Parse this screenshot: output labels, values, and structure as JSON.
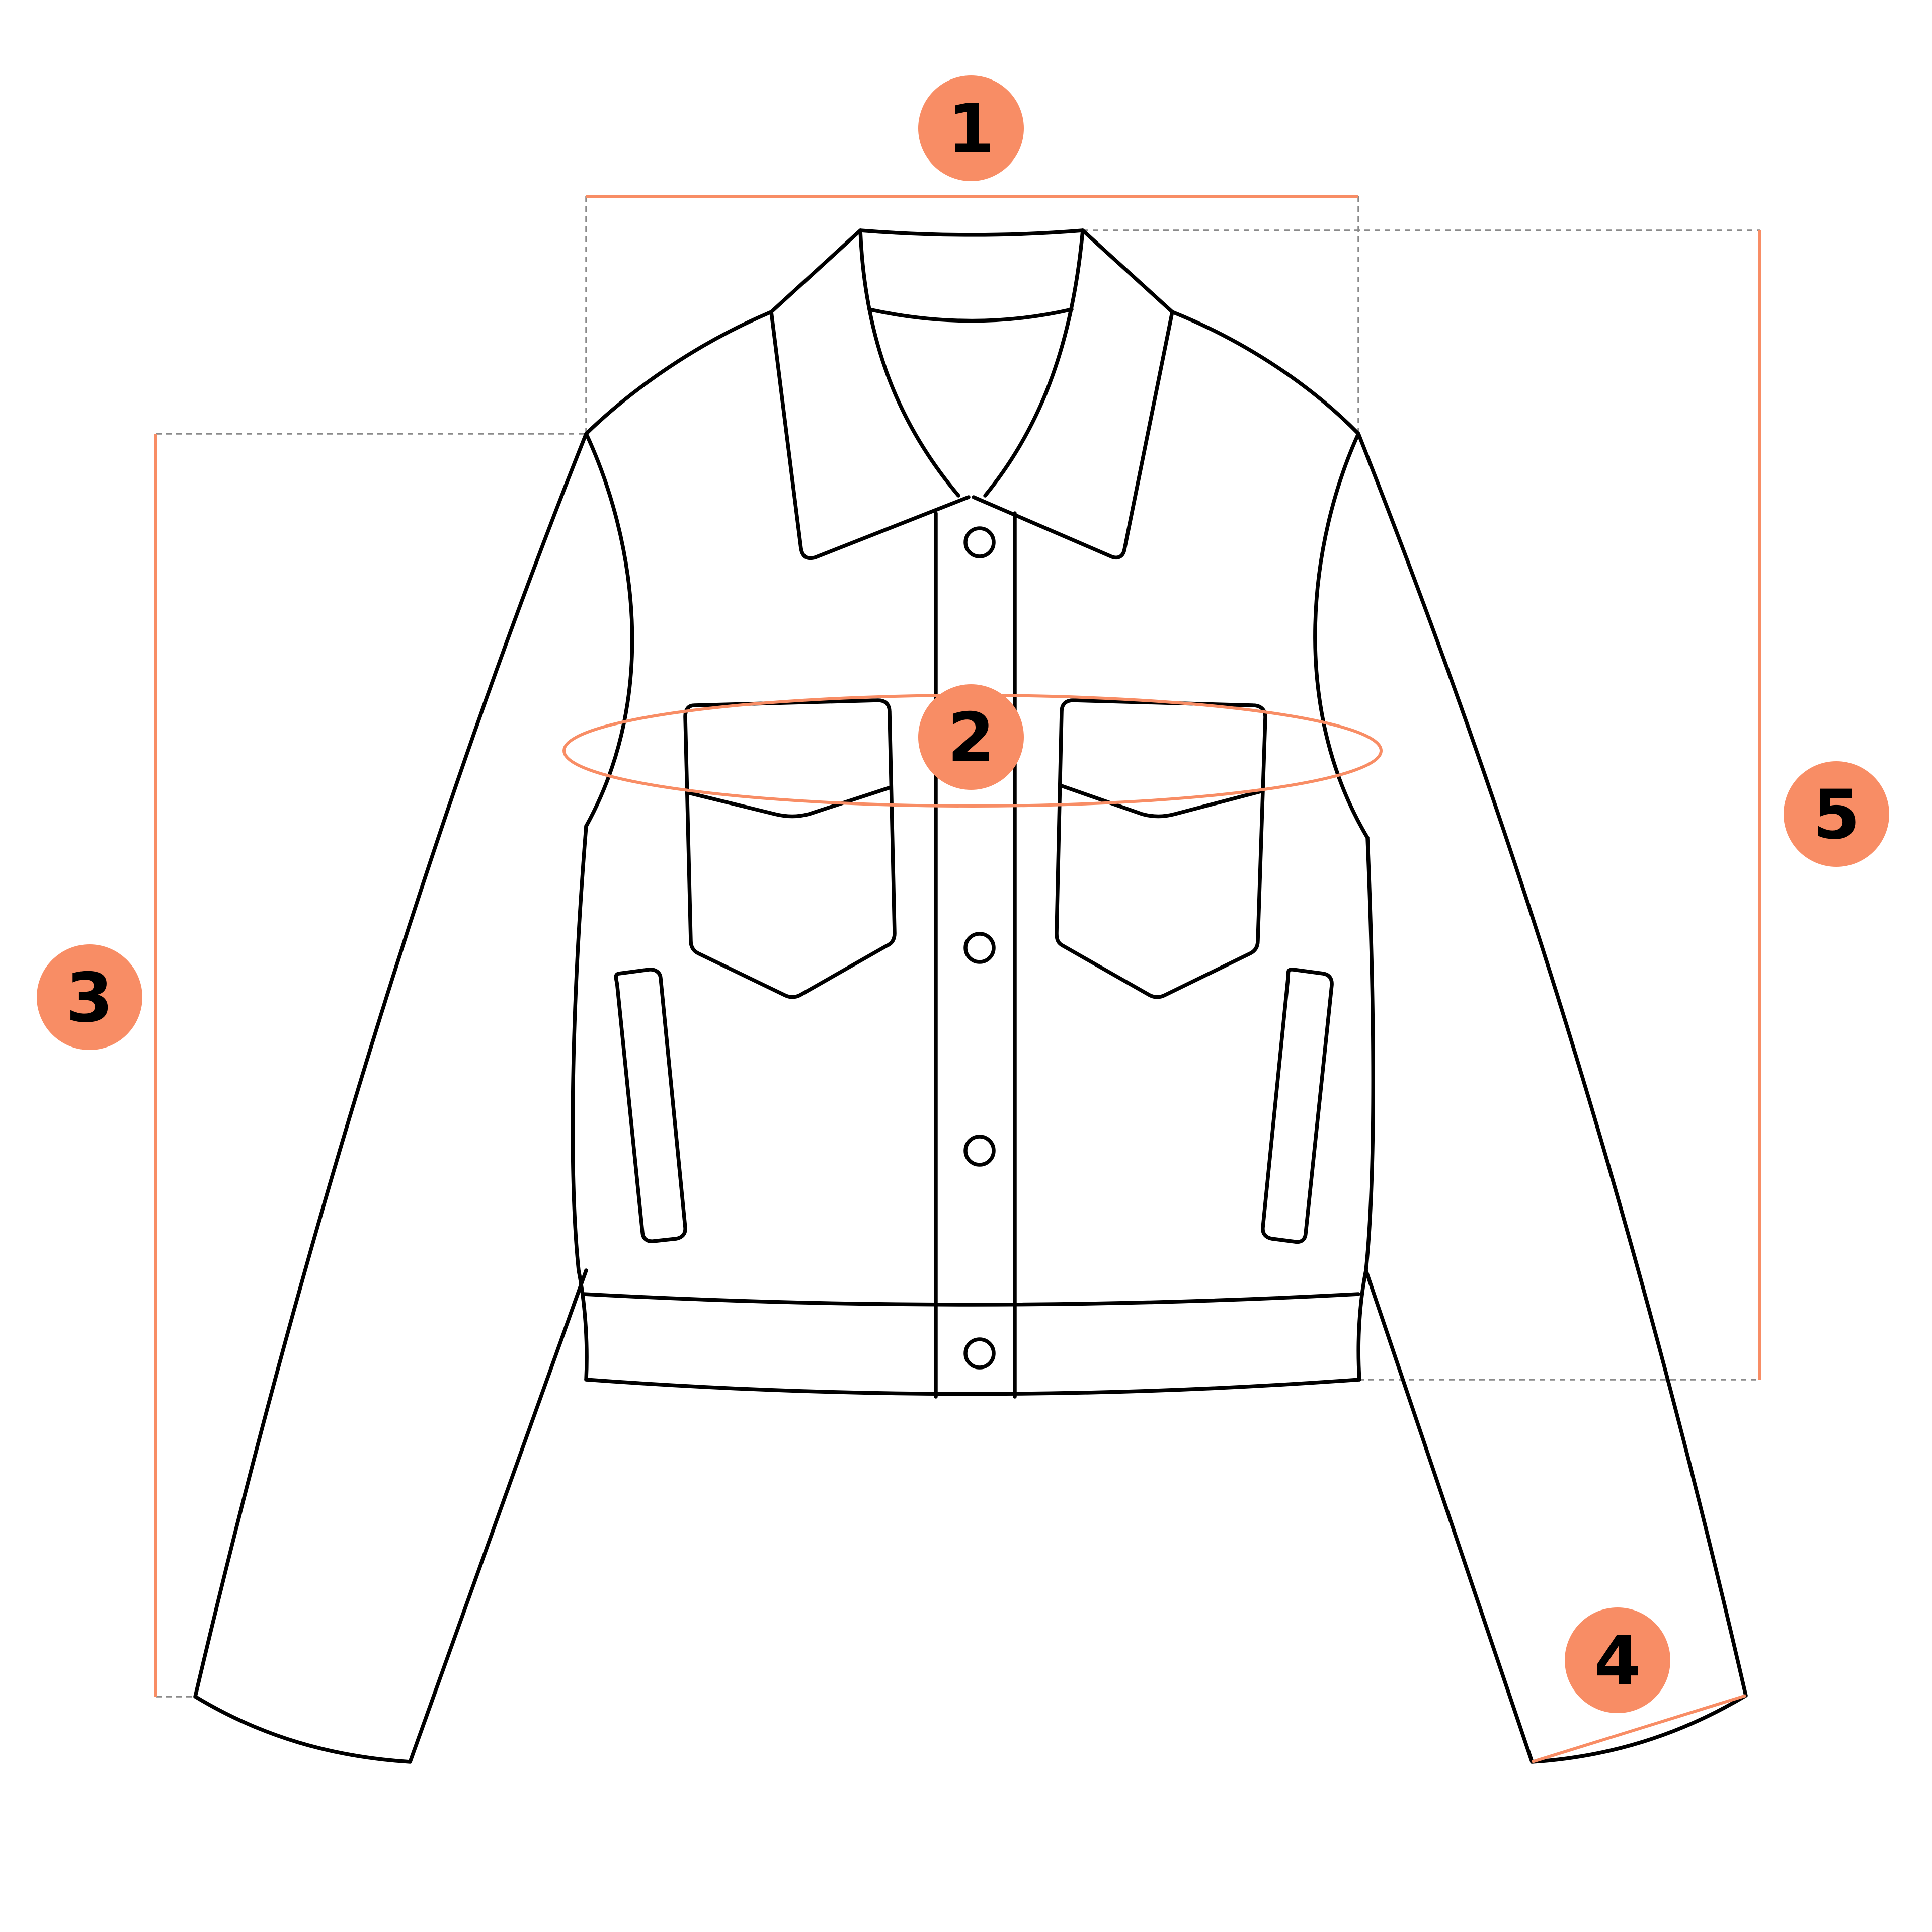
{
  "colors": {
    "accent": "#F88D65",
    "outline": "#000000",
    "guide": "#8A8A8A",
    "background": "#FFFFFF"
  },
  "markers": [
    {
      "label": "1",
      "measurement": "shoulder-width"
    },
    {
      "label": "2",
      "measurement": "chest-circumference"
    },
    {
      "label": "3",
      "measurement": "sleeve-length"
    },
    {
      "label": "4",
      "measurement": "cuff-width"
    },
    {
      "label": "5",
      "measurement": "body-length"
    }
  ]
}
